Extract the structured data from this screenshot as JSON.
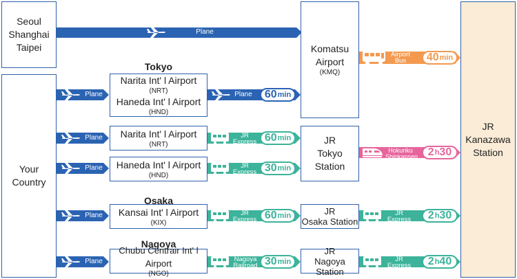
{
  "origins": {
    "asia": [
      "Seoul",
      "Shanghai",
      "Taipei"
    ],
    "home": "Your Country"
  },
  "sections": {
    "tokyo": "Tokyo",
    "osaka": "Osaka",
    "nagoya": "Nagoya"
  },
  "airports": {
    "narita": {
      "name": "Narita Int' l Airport",
      "code": "(NRT)"
    },
    "haneda": {
      "name": "Haneda Int' l Airport",
      "code": "(HND)"
    },
    "kansai": {
      "name": "Kansai Int' l Airport",
      "code": "(KIX)"
    },
    "chubu": {
      "name": "Chubu Centrair Int' l Airport",
      "code": "(NGO)"
    }
  },
  "hubs": {
    "komatsu": {
      "line1": "Komatsu",
      "line2": "Airport",
      "code": "(KMQ)"
    },
    "tokyo": {
      "line1": "JR",
      "line2": "Tokyo",
      "line3": "Station"
    },
    "osaka": {
      "line1": "JR",
      "line2": "Osaka Station"
    },
    "nagoya": {
      "line1": "JR",
      "line2": "Nagoya Station"
    }
  },
  "destination": {
    "line1": "JR",
    "line2": "Kanazawa",
    "line3": "Station"
  },
  "modes": {
    "plane": "Plane",
    "jr_express": [
      "JR",
      "Express"
    ],
    "airport_bus": [
      "Airport",
      "Bus"
    ],
    "shinkansen": [
      "Hokuriku",
      "Shinkansen"
    ],
    "nagoya_railroad": [
      "Nagoya",
      "Railroad"
    ]
  },
  "durations": {
    "komatsu_kanazawa": {
      "num": "40",
      "unit": "min"
    },
    "tokyo_komatsu": {
      "num": "60",
      "unit": "min"
    },
    "narita_tokyo": {
      "num": "60",
      "unit": "min"
    },
    "haneda_tokyo": {
      "num": "30",
      "unit": "min"
    },
    "tokyo_kanazawa": {
      "num": "2",
      "h": "h",
      "min": "30"
    },
    "kansai_osaka": {
      "num": "60",
      "unit": "min"
    },
    "osaka_kanazawa": {
      "num": "2",
      "h": "h",
      "min": "30"
    },
    "chubu_nagoya": {
      "num": "30",
      "unit": "min"
    },
    "nagoya_kanazawa": {
      "num": "2",
      "h": "h",
      "min": "40"
    }
  },
  "colors": {
    "plane": "#2b63b3",
    "jr": "#3cb39a",
    "bus": "#f39a50",
    "shinkansen": "#e7659c",
    "destination_bg": "#faecd6",
    "border": "#2f5fa8"
  },
  "icons": [
    "plane-icon",
    "train-icon",
    "bus-icon",
    "shinkansen-icon"
  ]
}
